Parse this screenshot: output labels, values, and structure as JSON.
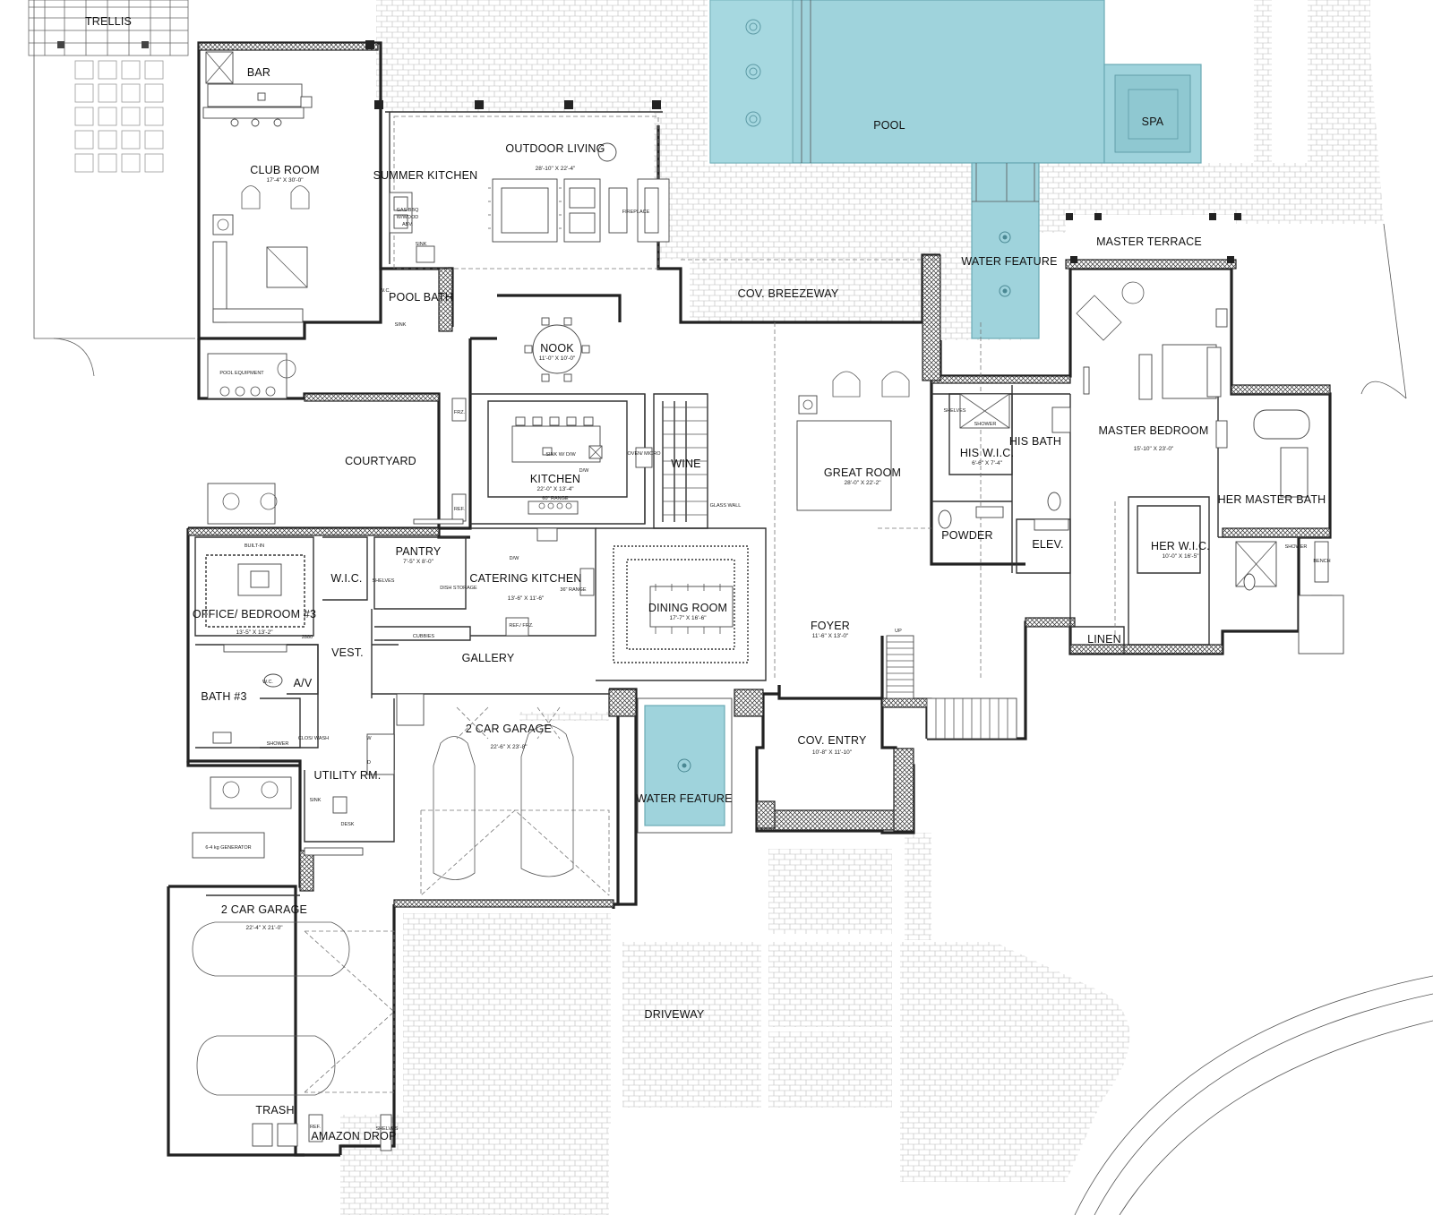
{
  "colors": {
    "water": "#9fd3dc",
    "wall": "#222222",
    "paver_line": "#b5b5b5",
    "background": "#ffffff"
  },
  "rooms": [
    {
      "id": "trellis",
      "name": "TRELLIS",
      "dims": ""
    },
    {
      "id": "bar",
      "name": "BAR",
      "dims": ""
    },
    {
      "id": "club-room",
      "name": "CLUB ROOM",
      "dims": "17'-4\" X 30'-0\""
    },
    {
      "id": "summer-kitchen",
      "name": "SUMMER KITCHEN",
      "dims": ""
    },
    {
      "id": "outdoor-living",
      "name": "OUTDOOR LIVING",
      "dims": "28'-10\" X 22'-4\""
    },
    {
      "id": "pool",
      "name": "POOL",
      "dims": ""
    },
    {
      "id": "spa",
      "name": "SPA",
      "dims": ""
    },
    {
      "id": "water-feature-rear",
      "name": "WATER FEATURE",
      "dims": ""
    },
    {
      "id": "master-terrace",
      "name": "MASTER TERRACE",
      "dims": ""
    },
    {
      "id": "pool-bath",
      "name": "POOL BATH",
      "dims": ""
    },
    {
      "id": "cov-breezeway",
      "name": "COV. BREEZEWAY",
      "dims": ""
    },
    {
      "id": "nook",
      "name": "NOOK",
      "dims": "11'-0\" X 10'-0\""
    },
    {
      "id": "courtyard",
      "name": "COURTYARD",
      "dims": ""
    },
    {
      "id": "kitchen",
      "name": "KITCHEN",
      "dims": "22'-0\" X 13'-4\""
    },
    {
      "id": "wine",
      "name": "WINE",
      "dims": ""
    },
    {
      "id": "great-room",
      "name": "GREAT ROOM",
      "dims": "28'-0\" X 22'-2\""
    },
    {
      "id": "his-wic",
      "name": "HIS W.I.C.",
      "dims": "6'-6\" X 7'-4\""
    },
    {
      "id": "his-bath",
      "name": "HIS BATH",
      "dims": ""
    },
    {
      "id": "master-bedroom",
      "name": "MASTER BEDROOM",
      "dims": "15'-10\" X 23'-0\""
    },
    {
      "id": "her-master-bath",
      "name": "HER MASTER BATH",
      "dims": ""
    },
    {
      "id": "powder",
      "name": "POWDER",
      "dims": ""
    },
    {
      "id": "elev",
      "name": "ELEV.",
      "dims": ""
    },
    {
      "id": "her-wic",
      "name": "HER W.I.C.",
      "dims": "10'-0\" X 16'-5\""
    },
    {
      "id": "linen",
      "name": "LINEN",
      "dims": ""
    },
    {
      "id": "pantry",
      "name": "PANTRY",
      "dims": "7'-5\" X 8'-0\""
    },
    {
      "id": "wic",
      "name": "W.I.C.",
      "dims": ""
    },
    {
      "id": "office",
      "name": "OFFICE/ BEDROOM #3",
      "dims": "13'-5\" X 13'-2\""
    },
    {
      "id": "catering-kitchen",
      "name": "CATERING KITCHEN",
      "dims": "13'-6\" X 11'-6\""
    },
    {
      "id": "dining-room",
      "name": "DINING ROOM",
      "dims": "17'-7\" X 16'-6\""
    },
    {
      "id": "foyer",
      "name": "FOYER",
      "dims": "11'-6\" X 13'-0\""
    },
    {
      "id": "vest",
      "name": "VEST.",
      "dims": ""
    },
    {
      "id": "gallery",
      "name": "GALLERY",
      "dims": ""
    },
    {
      "id": "bath-3",
      "name": "BATH #3",
      "dims": ""
    },
    {
      "id": "av",
      "name": "A/V",
      "dims": ""
    },
    {
      "id": "garage-front",
      "name": "2 CAR GARAGE",
      "dims": "22'-6\" X 23'-8\""
    },
    {
      "id": "utility",
      "name": "UTILITY RM.",
      "dims": ""
    },
    {
      "id": "cov-entry",
      "name": "COV. ENTRY",
      "dims": "10'-8\" X 11'-10\""
    },
    {
      "id": "water-feature-front",
      "name": "WATER FEATURE",
      "dims": ""
    },
    {
      "id": "garage-side",
      "name": "2 CAR GARAGE",
      "dims": "22'-4\" X 21'-0\""
    },
    {
      "id": "driveway",
      "name": "DRIVEWAY",
      "dims": ""
    },
    {
      "id": "trash",
      "name": "TRASH",
      "dims": ""
    },
    {
      "id": "amazon-drop",
      "name": "AMAZON DROP",
      "dims": ""
    }
  ],
  "notes": {
    "pool_equipment": "POOL EQUIPMENT",
    "gas_bbq": "GAS BBQ",
    "wood": "W/WOOD",
    "abv": "ABV.",
    "sink": "SINK",
    "fireplace": "FIREPLACE",
    "wc": "W.C.",
    "shelves": "SHELVES",
    "shower": "SHOWER",
    "bench": "BENCH",
    "frz": "FRZ.",
    "ref": "REF.",
    "sink_dw": "SINK W/ D/W",
    "dw": "D/W",
    "range_60": "60\" RANGE",
    "oven_micro": "OVEN/ MICRO",
    "glass_wall": "GLASS WALL",
    "built_in": "BUILT-IN",
    "door_2880": "2880",
    "range_36": "36\" RANGE",
    "ref_frz": "REF./ FRZ.",
    "dish_storage": "DISH STORAGE",
    "cubbies": "CUBBIES",
    "clos_wash": "CLOS/ WASH",
    "desk": "DESK",
    "generator": "6-4 kg GENERATOR",
    "dw2": "D/W",
    "up": "UP",
    "w": "W",
    "d": "D"
  }
}
